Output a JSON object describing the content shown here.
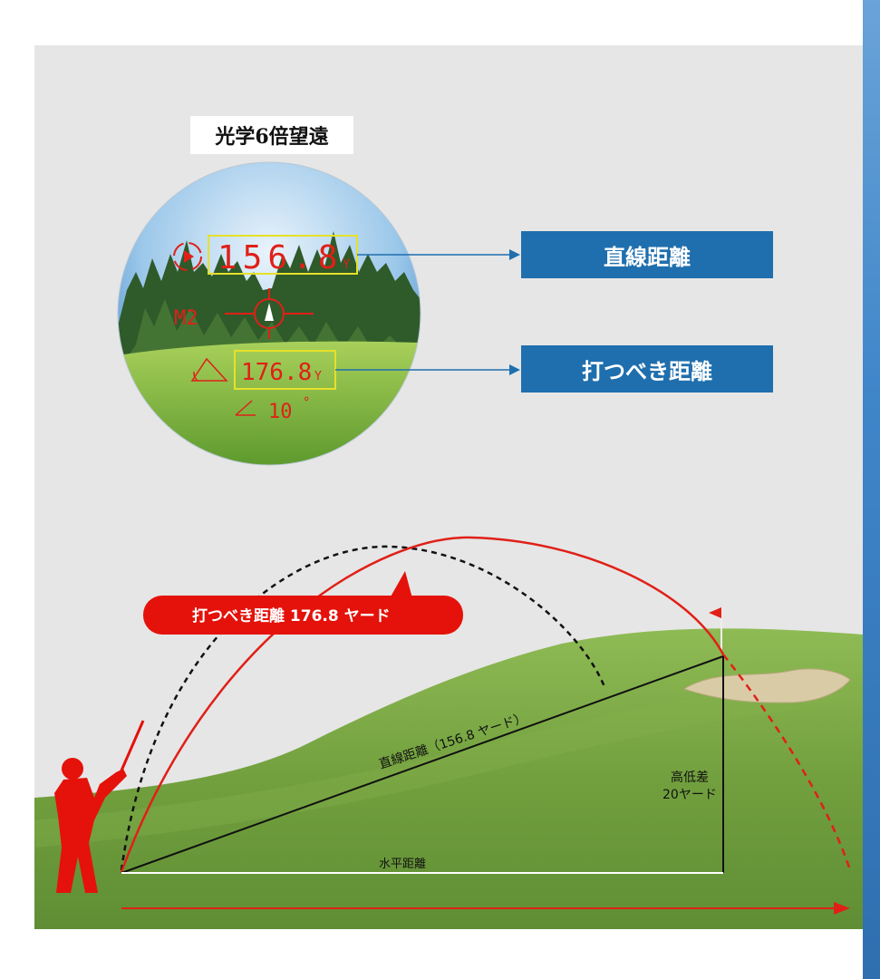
{
  "header": {
    "title": "光学6倍望遠"
  },
  "scope": {
    "straight_reading": "156.8",
    "play_reading": "176.8",
    "unit": "Y",
    "angle_reading": "10",
    "angle_unit": "°"
  },
  "labels": {
    "straight_distance": "直線距離",
    "play_distance": "打つべき距離"
  },
  "diagram": {
    "play_callout": "打つべき距離 176.8 ヤード",
    "straight_line_label": "直線距離（156.8 ヤード）",
    "horizontal_label": "水平距離",
    "elevation_label_line1": "高低差",
    "elevation_label_line2": "20ヤード"
  },
  "colors": {
    "accent_blue": "#1f6fae",
    "trajectory_red": "#e02018",
    "callout_red": "#e4120a",
    "grass": "#7fae45"
  }
}
